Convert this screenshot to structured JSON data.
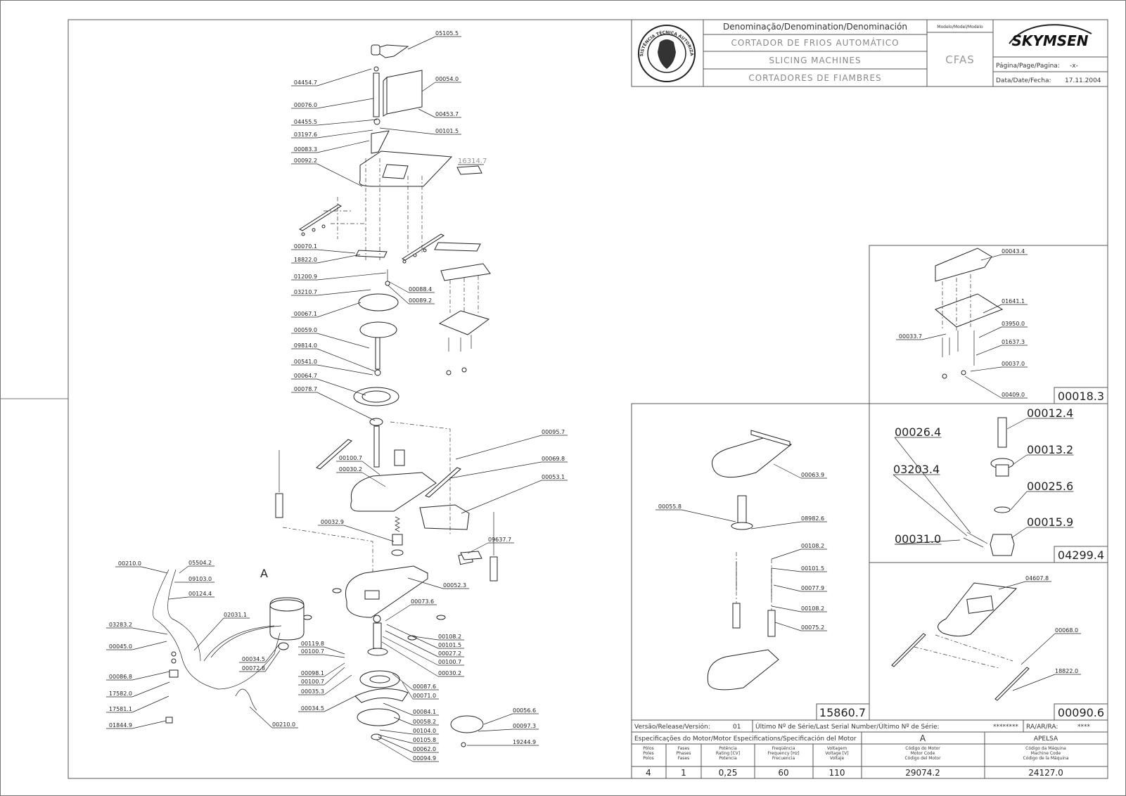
{
  "title_block": {
    "denomination_header": "Denominação/Denomination/Denominación",
    "names": [
      "CORTADOR DE FRIOS AUTOMÁTICO",
      "SLICING MACHINES",
      "CORTADORES DE FIAMBRES"
    ],
    "model_header": "Modelo/Model/Modelo",
    "model": "CFAS",
    "brand": "SKYMSEN",
    "page_label": "Página/Page/Pagina:",
    "page_value": "-x-",
    "date_label": "Data/Date/Fecha:",
    "date_value": "17.11.2004",
    "seal_text": "ASSISTÊNCIA TÉCNICA AUTORIZADA"
  },
  "main_diagram": {
    "section_letter": "A",
    "labels": [
      {
        "id": "05105.5"
      },
      {
        "id": "04454.7"
      },
      {
        "id": "00054.0"
      },
      {
        "id": "00076.0"
      },
      {
        "id": "00453.7"
      },
      {
        "id": "04455.5"
      },
      {
        "id": "00101.5"
      },
      {
        "id": "03197.6"
      },
      {
        "id": "00083.3"
      },
      {
        "id": "00092.2"
      },
      {
        "id": "16314.7"
      },
      {
        "id": "00070.1"
      },
      {
        "id": "18822.0"
      },
      {
        "id": "01200.9"
      },
      {
        "id": "00088.4"
      },
      {
        "id": "03210.7"
      },
      {
        "id": "00089.2"
      },
      {
        "id": "00067.1"
      },
      {
        "id": "00059.0"
      },
      {
        "id": "09814.0"
      },
      {
        "id": "00541.0"
      },
      {
        "id": "00064.7"
      },
      {
        "id": "00078.7"
      },
      {
        "id": "00095.7"
      },
      {
        "id": "00100.7"
      },
      {
        "id": "00069.8"
      },
      {
        "id": "00030.2"
      },
      {
        "id": "00053.1"
      },
      {
        "id": "00032.9"
      },
      {
        "id": "09637.7"
      },
      {
        "id": "00210.0"
      },
      {
        "id": "05504.2"
      },
      {
        "id": "09103.0"
      },
      {
        "id": "00124.4"
      },
      {
        "id": "00052.3"
      },
      {
        "id": "02031.1"
      },
      {
        "id": "03283.2"
      },
      {
        "id": "00073.6"
      },
      {
        "id": "00045.0"
      },
      {
        "id": "00108.2"
      },
      {
        "id": "00119.8"
      },
      {
        "id": "00101.5"
      },
      {
        "id": "00034.5"
      },
      {
        "id": "00100.7"
      },
      {
        "id": "00027.2"
      },
      {
        "id": "00072.8"
      },
      {
        "id": "00100.7"
      },
      {
        "id": "00086.8"
      },
      {
        "id": "00098.1"
      },
      {
        "id": "00030.2"
      },
      {
        "id": "00100.7"
      },
      {
        "id": "00035.3"
      },
      {
        "id": "00087.6"
      },
      {
        "id": "17582.0"
      },
      {
        "id": "00071.0"
      },
      {
        "id": "17581.1"
      },
      {
        "id": "00034.5"
      },
      {
        "id": "00084.1"
      },
      {
        "id": "00056.6"
      },
      {
        "id": "00058.2"
      },
      {
        "id": "01844.9"
      },
      {
        "id": "00210.0"
      },
      {
        "id": "00097.3"
      },
      {
        "id": "00104.0"
      },
      {
        "id": "00105.8"
      },
      {
        "id": "19244.9"
      },
      {
        "id": "00062.0"
      },
      {
        "id": "00094.9"
      }
    ]
  },
  "box_00018": {
    "code": "00018.3",
    "labels": [
      {
        "id": "00043.4"
      },
      {
        "id": "01641.1"
      },
      {
        "id": "03950.0"
      },
      {
        "id": "00033.7"
      },
      {
        "id": "01637.3"
      },
      {
        "id": "00037.0"
      },
      {
        "id": "00409.0"
      }
    ]
  },
  "box_15860": {
    "code": "15860.7",
    "labels": [
      {
        "id": "00063.9"
      },
      {
        "id": "00055.8"
      },
      {
        "id": "08982.6"
      },
      {
        "id": "00108.2"
      },
      {
        "id": "00101.5"
      },
      {
        "id": "00077.9"
      },
      {
        "id": "00108.2"
      },
      {
        "id": "00075.2"
      }
    ]
  },
  "box_04299": {
    "code": "04299.4",
    "labels": [
      {
        "id": "00012.4"
      },
      {
        "id": "00026.4"
      },
      {
        "id": "00013.2"
      },
      {
        "id": "03203.4"
      },
      {
        "id": "00025.6"
      },
      {
        "id": "00015.9"
      },
      {
        "id": "00031.0"
      }
    ]
  },
  "box_00090": {
    "code": "00090.6",
    "labels": [
      {
        "id": "04607.8"
      },
      {
        "id": "00068.0"
      },
      {
        "id": "18822.0"
      }
    ]
  },
  "release_row": {
    "version_label": "Versão/Release/Versión:",
    "version_value": "01",
    "serial_label": "Último Nº de Série/Last Serial Number/Último Nº de Série:",
    "serial_value": "********",
    "ra_label": "RA/AR/RA:",
    "ra_value": "****"
  },
  "motor_spec": {
    "title": "Especificações do Motor/Motor Especifications/Specificación del Motor",
    "col_a": "A",
    "col_apelsa": "APELSA",
    "headers": [
      [
        "Pólos",
        "Poles",
        "Polos"
      ],
      [
        "Fases",
        "Phases",
        "Fases"
      ],
      [
        "Potência",
        "Rating [CV]",
        "Potencia"
      ],
      [
        "Freqüência",
        "Frequency [Hz]",
        "Frecuencia"
      ],
      [
        "Voltagem",
        "Voltage [V]",
        "Voltaje"
      ],
      [
        "Código do Motor",
        "Motor Code",
        "Código del Motor"
      ],
      [
        "Código da Máquina",
        "Machine Code",
        "Código de la Máquina"
      ]
    ],
    "values": [
      "4",
      "1",
      "0,25",
      "60",
      "110",
      "29074.2",
      "24127.0"
    ]
  }
}
